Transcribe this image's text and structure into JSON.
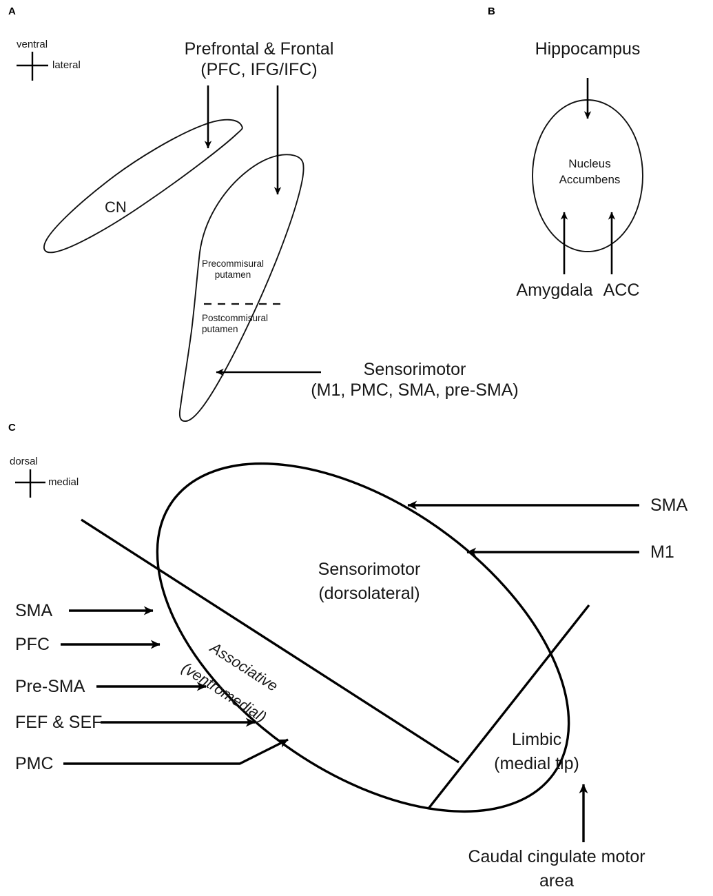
{
  "figure": {
    "title": "Striatal functional territories and cortical inputs",
    "background": "#ffffff",
    "stroke_color": "#000000",
    "text_color": "#171717"
  },
  "panels": {
    "a": {
      "letter": "A",
      "orientation": {
        "vertical_label": "ventral",
        "horizontal_label": "lateral",
        "icon": "orientation-cross-icon"
      },
      "structures": [
        {
          "name": "caudate-nucleus",
          "label": "CN"
        },
        {
          "name": "precommissural-putamen",
          "label": "Precommisural\nputamen"
        },
        {
          "name": "postcommissural-putamen",
          "label": "Postcommisural\nputamen"
        }
      ],
      "inputs": [
        {
          "name": "prefrontal-frontal-input",
          "label": "Prefrontal & Frontal\n(PFC, IFG/IFC)",
          "line1": "Prefrontal & Frontal",
          "line2": "(PFC, IFG/IFC)"
        },
        {
          "name": "sensorimotor-input",
          "label": "Sensorimotor\n(M1, PMC, SMA, pre-SMA)",
          "line1": "Sensorimotor",
          "line2": "(M1, PMC, SMA, pre-SMA)"
        }
      ]
    },
    "b": {
      "letter": "B",
      "structure": {
        "name": "nucleus-accumbens",
        "line1": "Nucleus",
        "line2": "Accumbens"
      },
      "inputs": [
        {
          "name": "hippocampus-input",
          "label": "Hippocampus"
        },
        {
          "name": "amygdala-input",
          "label": "Amygdala"
        },
        {
          "name": "acc-input",
          "label": "ACC"
        }
      ]
    },
    "c": {
      "letter": "C",
      "orientation": {
        "vertical_label": "dorsal",
        "horizontal_label": "medial",
        "icon": "orientation-cross-icon"
      },
      "territories": [
        {
          "name": "sensorimotor-territory",
          "line1": "Sensorimotor",
          "line2": "(dorsolateral)"
        },
        {
          "name": "associative-territory",
          "line1": "Associative",
          "line2": "(ventromedial)"
        },
        {
          "name": "limbic-territory",
          "line1": "Limbic",
          "line2": "(medial tip)"
        }
      ],
      "left_inputs": [
        {
          "name": "sma-input-left",
          "label": "SMA"
        },
        {
          "name": "pfc-input-left",
          "label": "PFC"
        },
        {
          "name": "pre-sma-input-left",
          "label": "Pre-SMA"
        },
        {
          "name": "fef-sef-input-left",
          "label": "FEF & SEF"
        },
        {
          "name": "pmc-input-left",
          "label": "PMC"
        }
      ],
      "right_inputs": [
        {
          "name": "sma-input-right",
          "label": "SMA"
        },
        {
          "name": "m1-input-right",
          "label": "M1"
        }
      ],
      "bottom_input": {
        "name": "caudal-cingulate-motor-input",
        "line1": "Caudal cingulate motor",
        "line2": "area"
      }
    }
  }
}
